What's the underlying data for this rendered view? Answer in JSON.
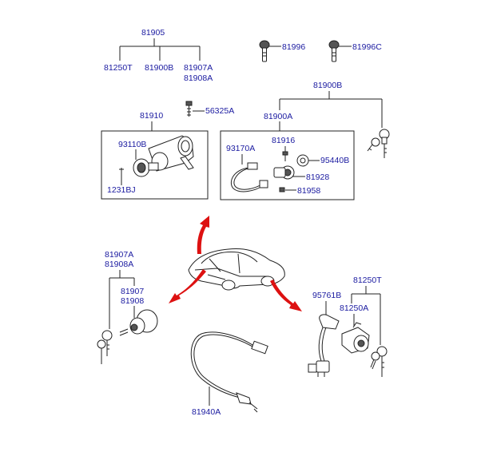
{
  "colors": {
    "label": "#1a1aa0",
    "line": "#222222",
    "arrow": "#dd1111"
  },
  "labels": {
    "l81905": "81905",
    "l81250T_top": "81250T",
    "l81900B_top": "81900B",
    "l81907A_top": "81907A",
    "l81908A_top": "81908A",
    "l81996": "81996",
    "l81996C": "81996C",
    "l81900B_right": "81900B",
    "l56325A": "56325A",
    "l81910": "81910",
    "l81900A": "81900A",
    "l93110B": "93110B",
    "l1231BJ": "1231BJ",
    "l93170A": "93170A",
    "l81916": "81916",
    "l95440B": "95440B",
    "l81928": "81928",
    "l81958": "81958",
    "l81907A_left": "81907A",
    "l81908A_left": "81908A",
    "l81907": "81907",
    "l81908": "81908",
    "l81250T_right": "81250T",
    "l95761B": "95761B",
    "l81250A": "81250A",
    "l81940A": "81940A"
  }
}
